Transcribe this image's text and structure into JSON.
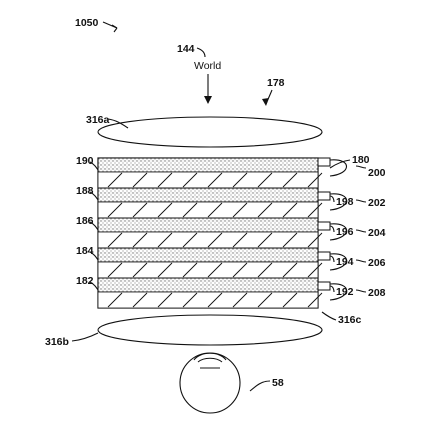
{
  "figure": {
    "number": "1050",
    "world_ref": "144",
    "world_text": "World",
    "light_ref": "178",
    "lens_top": "316a",
    "lens_bottom": "316b",
    "lens_bottom_right": "316c",
    "eye": "58",
    "stack_ref": "180"
  },
  "waveguides": [
    {
      "ref": "190",
      "connector": "200",
      "feed": ""
    },
    {
      "ref": "188",
      "connector": "202",
      "feed": "198"
    },
    {
      "ref": "186",
      "connector": "204",
      "feed": "196"
    },
    {
      "ref": "184",
      "connector": "206",
      "feed": "194"
    },
    {
      "ref": "182",
      "connector": "208",
      "feed": "192"
    }
  ],
  "colors": {
    "line": "#111111",
    "dots": "#777777",
    "background": "#ffffff"
  }
}
